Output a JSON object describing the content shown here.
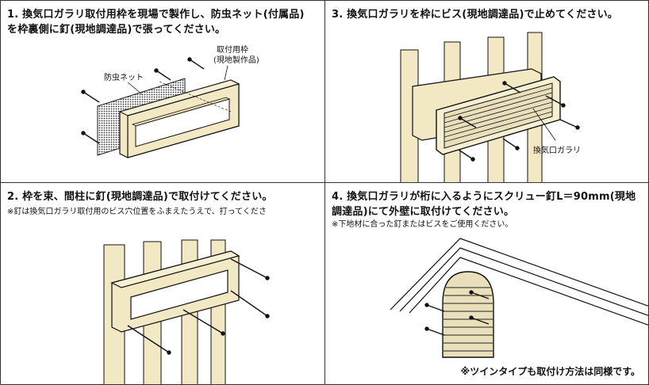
{
  "steps": [
    {
      "title": "1. 換気口ガラリ取付用枠を現場で製作し、防虫ネット(付属品)\n を枠裏側に釘(現地調達品)で張ってください。",
      "label_net": "防虫ネット",
      "label_frame_1": "取付用枠",
      "label_frame_2": "(現地製作品)"
    },
    {
      "title": "3. 換気口ガラリを枠にビス(現地調達品)で止めてください。",
      "label_louver": "換気口ガラリ"
    },
    {
      "title": "2. 枠を束、間柱に釘(現地調達品)で取付けてください。",
      "note": "※釘は換気口ガラリ取付用のビス穴位置をふまえたうえで、打ってくださ"
    },
    {
      "title": "4. 換気口ガラリが桁に入るようにスクリュー釘L＝90mm(現地\n 調達品)にて外壁に取付けてください。",
      "note": "※下地材に合った釘またはビスをご使用ください。",
      "footer": "※ツインタイプも取付け方法は同様です。"
    }
  ],
  "colors": {
    "wood": "#f2e8c4",
    "line": "#111111",
    "hatch": "#3a3a3a"
  }
}
